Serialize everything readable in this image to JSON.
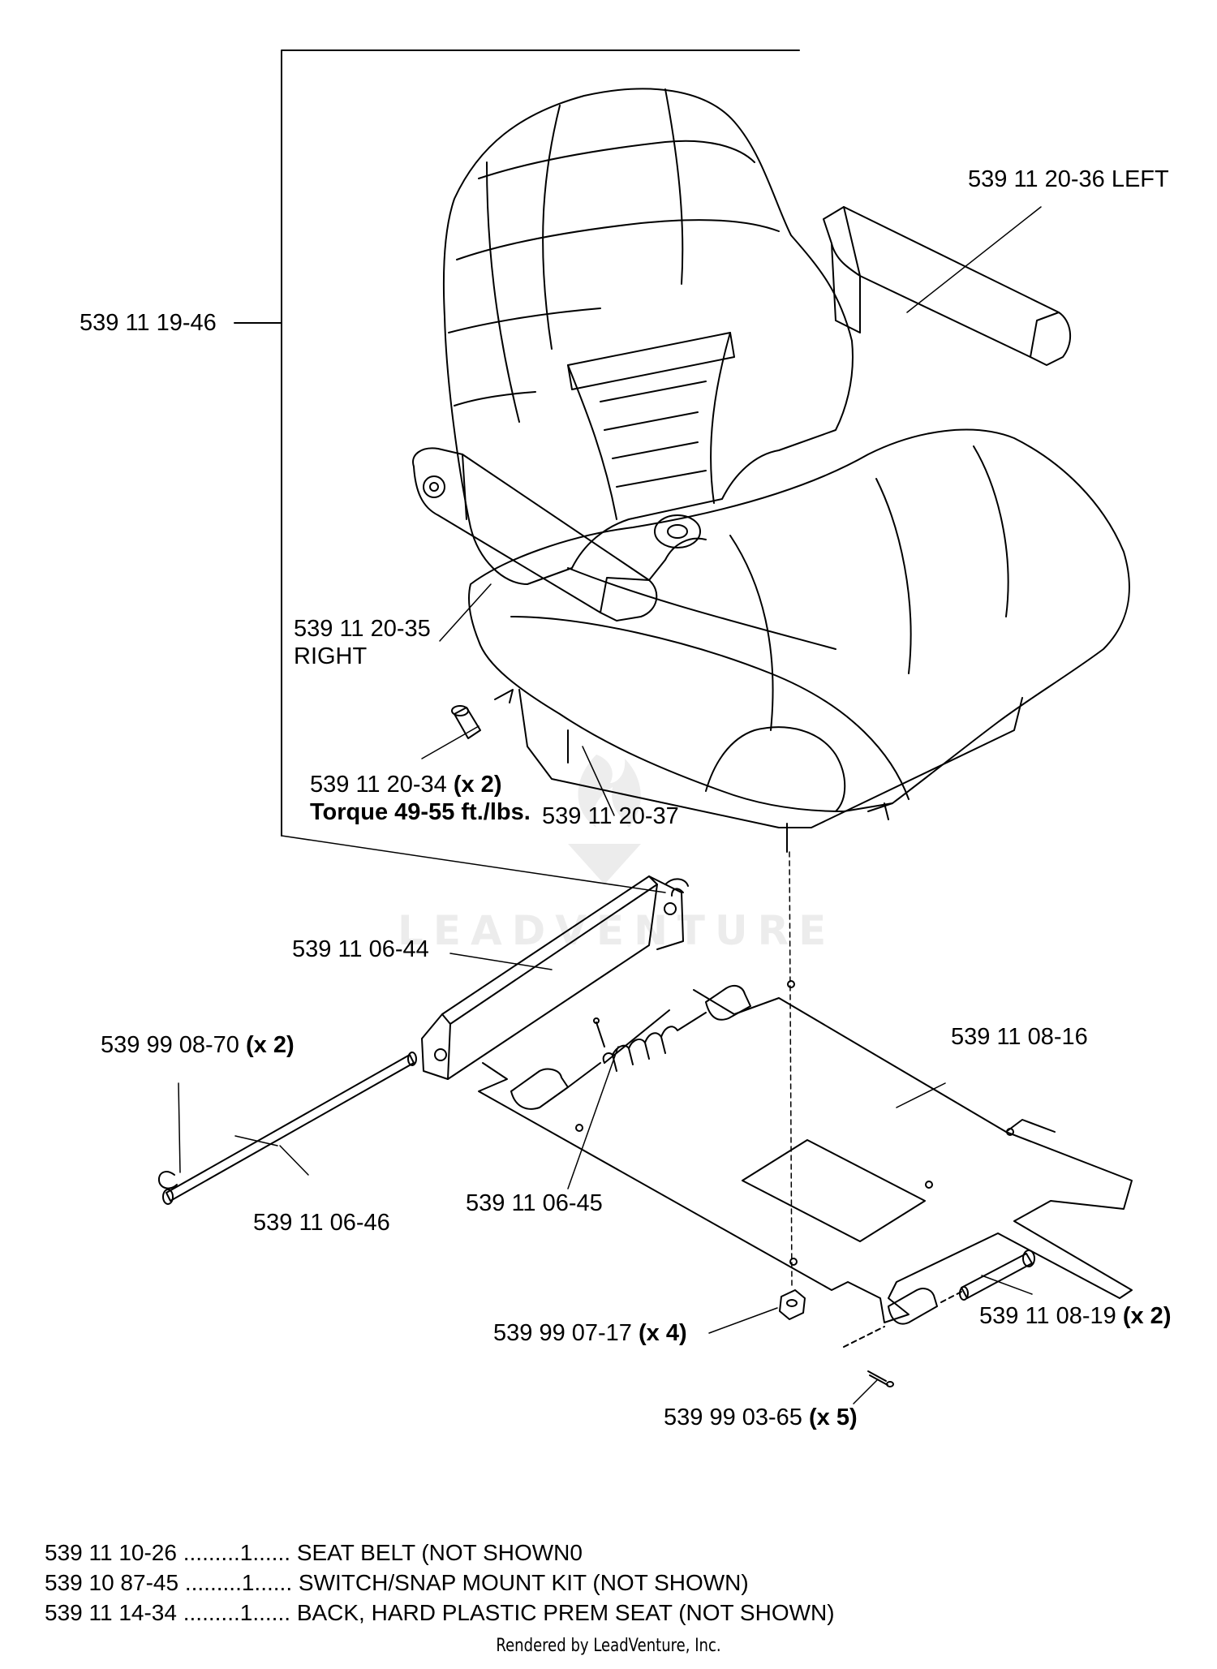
{
  "callouts": {
    "seat_assembly": {
      "number": "539 11 19-46",
      "qty": "",
      "note": ""
    },
    "armrest_left": {
      "number": "539 11 20-36 LEFT",
      "qty": "",
      "note": ""
    },
    "armrest_right": {
      "number": "539 11 20-35",
      "note": "RIGHT"
    },
    "knob": {
      "number": "539 11 20-34",
      "qty": "(x 2)",
      "note": "Torque 49-55 ft./lbs."
    },
    "seat_pan": {
      "number": "539 11 20-37"
    },
    "slide_bracket": {
      "number": "539 11 06-44"
    },
    "e_clip": {
      "number": "539 99 08-70",
      "qty": "(x 2)"
    },
    "pivot_rod": {
      "number": "539 11 06-46"
    },
    "spring": {
      "number": "539 11 06-45"
    },
    "base_plate": {
      "number": "539 11 08-16"
    },
    "nut": {
      "number": "539 99 07-17",
      "qty": "(x 4)"
    },
    "pin": {
      "number": "539 11 08-19",
      "qty": "(x 2)"
    },
    "cotter_pin": {
      "number": "539 99 03-65",
      "qty": "(x 5)"
    }
  },
  "parts_list": [
    {
      "number": "539 11 10-26",
      "dots1": ".........",
      "qty": "1",
      "dots2": "......",
      "desc": "SEAT BELT (NOT SHOWN0"
    },
    {
      "number": "539 10 87-45",
      "dots1": ".........",
      "qty": "1",
      "dots2": "......",
      "desc": "SWITCH/SNAP MOUNT KIT (NOT SHOWN)"
    },
    {
      "number": "539 11 14-34",
      "dots1": ".........",
      "qty": "1",
      "dots2": "......",
      "desc": "BACK, HARD PLASTIC PREM SEAT (NOT SHOWN)"
    }
  ],
  "watermark": "LEADVENTURE",
  "footer": "Rendered by LeadVenture, Inc."
}
